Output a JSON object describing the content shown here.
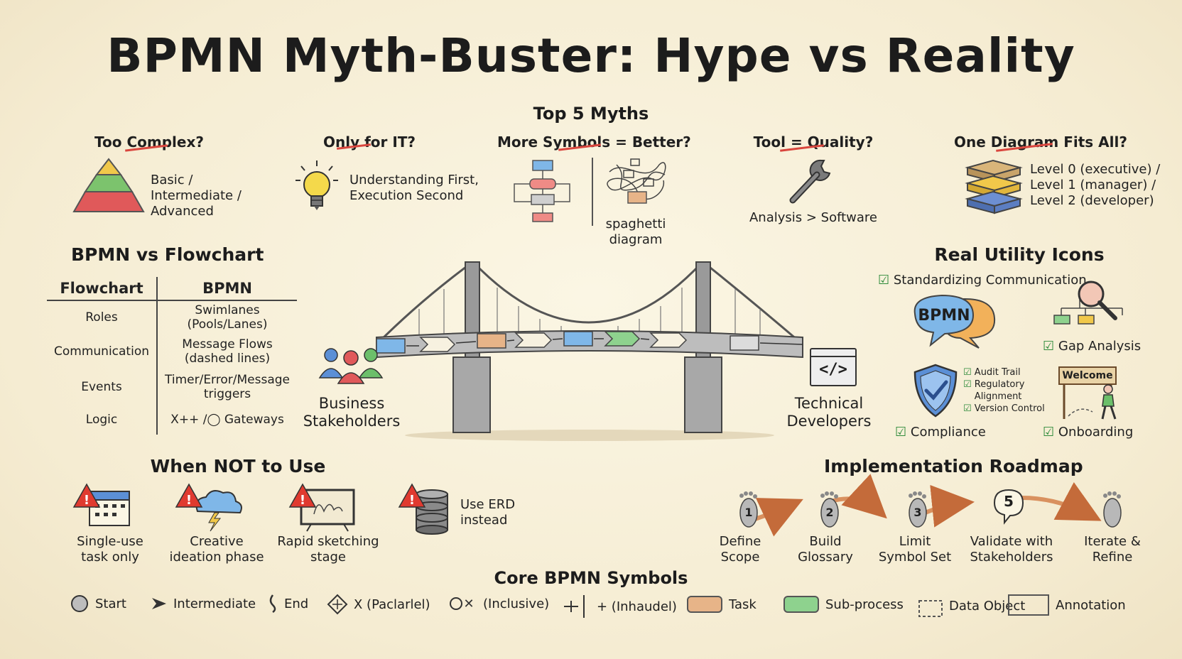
{
  "title": "BPMN Myth-Buster: Hype vs Reality",
  "top_myths": {
    "heading": "Top 5 Myths",
    "items": [
      {
        "label": "Too Complex?",
        "note": "Basic / Intermediate / Advanced"
      },
      {
        "label": "Only for IT?",
        "note": "Understanding First, Execution Second"
      },
      {
        "label": "More Symbols = Better?",
        "note": "spaghetti diagram"
      },
      {
        "label": "Tool = Quality?",
        "note": "Analysis > Software"
      },
      {
        "label": "One Diagram Fits All?",
        "note": "Level 0 (executive) / Level 1 (manager) / Level 2 (developer)"
      }
    ]
  },
  "comparison": {
    "heading": "BPMN vs Flowchart",
    "col_left": "Flowchart",
    "col_right": "BPMN",
    "rows": [
      {
        "left": "Roles",
        "right": "Swimlanes (Pools/Lanes)"
      },
      {
        "left": "Communication",
        "right": "Message Flows (dashed lines)"
      },
      {
        "left": "Events",
        "right": "Timer/Error/Message triggers"
      },
      {
        "left": "Logic",
        "right": "X++ /◯ Gateways"
      }
    ]
  },
  "bridge": {
    "left_label": "Business Stakeholders",
    "right_label": "Technical Developers",
    "code_glyph": "</>"
  },
  "utility": {
    "heading": "Real Utility Icons",
    "standardizing": "Standardizing Communication",
    "bubble_text": "BPMN",
    "gap": "Gap Analysis",
    "compliance": "Compliance",
    "compliance_items": [
      "Audit Trail",
      "Regulatory Alignment",
      "Version Control"
    ],
    "onboarding": "Onboarding",
    "welcome_sign": "Welcome"
  },
  "not_use": {
    "heading": "When NOT to Use",
    "items": [
      {
        "label": "Single-use task only"
      },
      {
        "label": "Creative ideation phase"
      },
      {
        "label": "Rapid sketching stage"
      },
      {
        "label": "Use ERD instead"
      }
    ]
  },
  "roadmap": {
    "heading": "Implementation Roadmap",
    "steps": [
      {
        "num": "1",
        "label": "Define Scope"
      },
      {
        "num": "2",
        "label": "Build Glossary"
      },
      {
        "num": "3",
        "label": "Limit Symbol Set"
      },
      {
        "num": "5",
        "label": "Validate with Stakeholders"
      },
      {
        "num": "",
        "label": "Iterate & Refine"
      }
    ]
  },
  "symbols": {
    "heading": "Core BPMN Symbols",
    "items": [
      {
        "label": "Start",
        "icon": "start-event-icon"
      },
      {
        "label": "Intermediate",
        "icon": "intermediate-event-icon"
      },
      {
        "label": "End",
        "icon": "end-event-icon"
      },
      {
        "label": "X (Paclarlel)",
        "icon": "parallel-gateway-icon"
      },
      {
        "label": "(Inclusive)",
        "icon": "inclusive-gateway-icon"
      },
      {
        "label": "+ (Inhaudel)",
        "icon": "plus-gateway-icon"
      },
      {
        "label": "Task",
        "icon": "task-icon"
      },
      {
        "label": "Sub-process",
        "icon": "subprocess-icon"
      },
      {
        "label": "Data Object",
        "icon": "data-object-icon"
      },
      {
        "label": "Annotation",
        "icon": "annotation-icon"
      }
    ]
  },
  "colors": {
    "strike": "#d9463e",
    "task": "#e7b488",
    "subprocess": "#8ed28e",
    "check": "#2e8b3a",
    "warning": "#e03a2f",
    "bubble_blue": "#7fb7e8",
    "bubble_orange": "#f2b15a"
  }
}
